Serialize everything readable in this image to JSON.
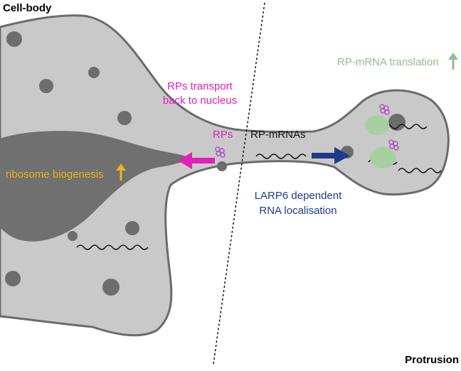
{
  "regions": {
    "cell_body": "Cell-body",
    "protrusion": "Protrusion"
  },
  "labels": {
    "rp_mrna_translation": "RP-mRNA translation",
    "rps_transport_line1": "RPs transport",
    "rps_transport_line2": "back to nucleus",
    "rps": "RPs",
    "rp_mrnas": "RP-mRNAs",
    "ribosome_biogenesis": "ribosome biogenesis",
    "larp6_line1": "LARP6 dependent",
    "larp6_line2": "RNA localisation"
  },
  "colors": {
    "cell_fill": "#c9c9c9",
    "cell_stroke": "#6b6b6b",
    "nucleus_fill": "#707070",
    "granule_fill": "#6d6d6d",
    "magenta": "#e020b8",
    "green": "#8fbf8f",
    "green_blob": "#a6d0a0",
    "gold": "#e8b41e",
    "navy": "#1f3a8a",
    "ribosome": "#b54fc6"
  },
  "icons": {
    "up_arrow_green": "up-arrow-icon",
    "up_arrow_gold": "up-arrow-icon",
    "arrow_left": "arrow-left-icon",
    "arrow_right": "arrow-right-icon"
  }
}
